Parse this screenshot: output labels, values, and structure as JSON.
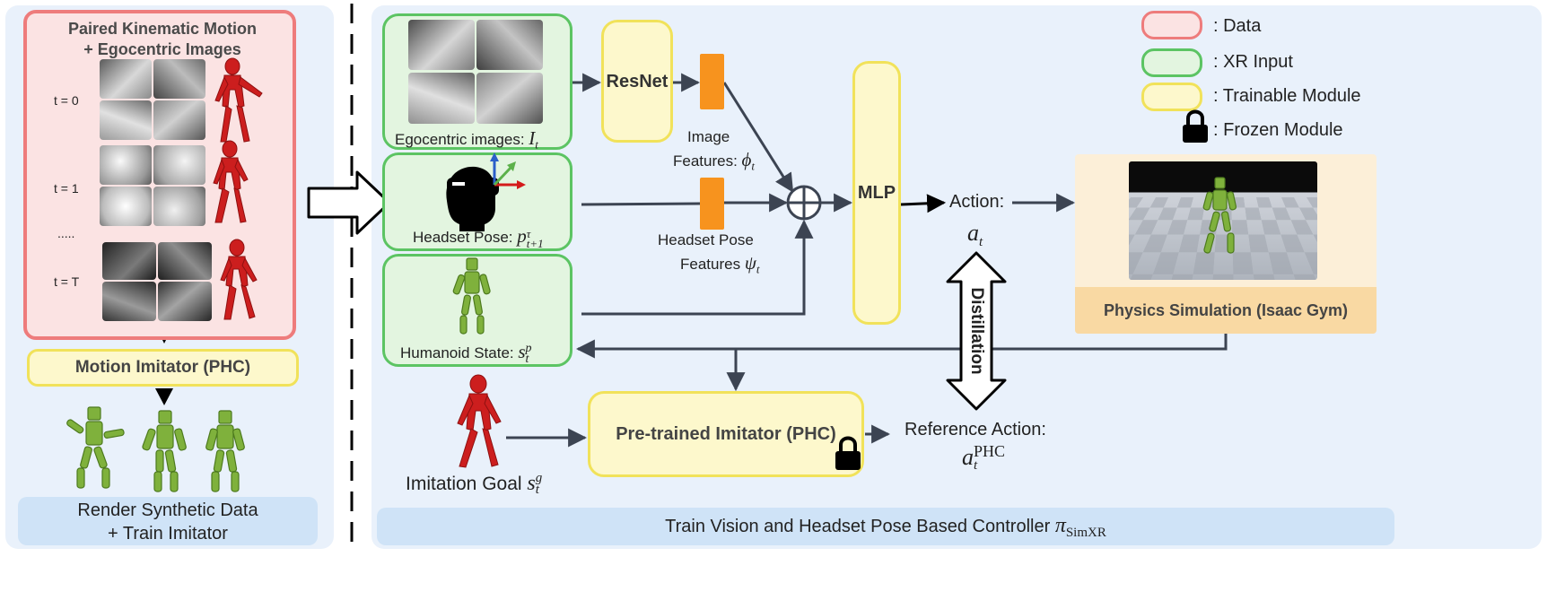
{
  "left": {
    "data_box_title_1": "Paired Kinematic Motion",
    "data_box_title_2": "+ Egocentric Images",
    "t0": "t = 0",
    "t1": "t = 1",
    "tdots": ".....",
    "tT": "t = T",
    "motion_imitator": "Motion Imitator (PHC)",
    "bottom_1": "Render Synthetic Data",
    "bottom_2": "+ Train Imitator"
  },
  "inputs": {
    "ego_label": "Egocentric images: ",
    "ego_sym": "I",
    "ego_sub": "t",
    "headset_label": "Headset Pose: ",
    "headset_sym": "p",
    "headset_sup": "τ",
    "headset_sub": "t+1",
    "humanoid_label": "Humanoid State: ",
    "humanoid_sym": "s",
    "humanoid_sup": "p",
    "humanoid_sub": "t"
  },
  "modules": {
    "resnet": "ResNet",
    "mlp": "MLP",
    "pretrained": "Pre-trained Imitator (PHC)",
    "physics": "Physics Simulation (Isaac Gym)",
    "distillation": "Distillation"
  },
  "features": {
    "image_1": "Image",
    "image_2": "Features: ",
    "image_sym": "ϕ",
    "image_sub": "t",
    "pose_1": "Headset Pose",
    "pose_2": "Features ",
    "pose_sym": "ψ",
    "pose_sub": "t"
  },
  "action": {
    "label": "Action:",
    "sym": "a",
    "sub": "t",
    "ref_label": "Reference Action:",
    "ref_sym": "a",
    "ref_sup": "PHC",
    "ref_sub": "t"
  },
  "goal": {
    "label": "Imitation Goal ",
    "sym": "s",
    "sup": "g",
    "sub": "t"
  },
  "legend": {
    "data": ":  Data",
    "xr": ":  XR Input",
    "trainable": ": Trainable Module",
    "frozen": ": Frozen Module"
  },
  "footer": {
    "label": "Train Vision and Headset Pose Based Controller ",
    "sym": "π",
    "sub": "SimXR"
  },
  "colors": {
    "data_border": "#ee7c7c",
    "xr_border": "#5cc463",
    "trainable_border": "#f1e25a",
    "feature": "#f7931e",
    "humanoid_red": "#cc1e1e",
    "humanoid_green": "#7fb13c"
  }
}
